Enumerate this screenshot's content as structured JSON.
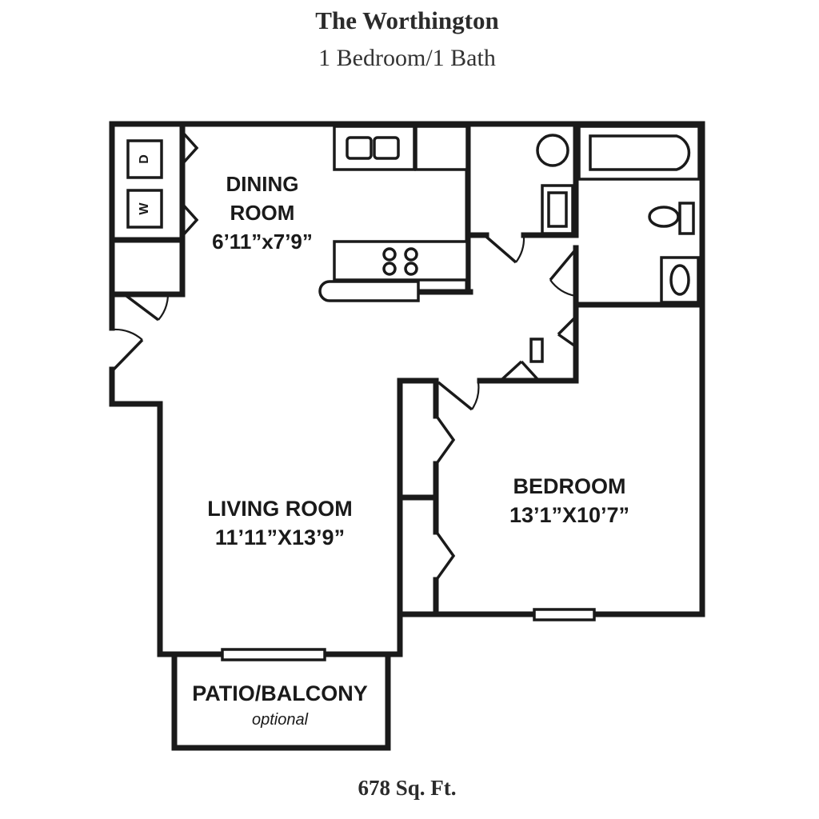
{
  "header": {
    "title": "The Worthington",
    "subtitle": "1 Bedroom/1 Bath"
  },
  "rooms": {
    "dining": {
      "line1": "DINING",
      "line2": "ROOM",
      "dims": "6’11”x7’9”"
    },
    "living": {
      "name": "LIVING ROOM",
      "dims": "11’11”X13’9”"
    },
    "bedroom": {
      "name": "BEDROOM",
      "dims": "13’1”X10’7”"
    },
    "patio": {
      "name": "PATIO/BALCONY",
      "note": "optional"
    }
  },
  "appliances": {
    "dryer": "D",
    "washer": "W"
  },
  "footer": {
    "area": "678 Sq. Ft."
  }
}
